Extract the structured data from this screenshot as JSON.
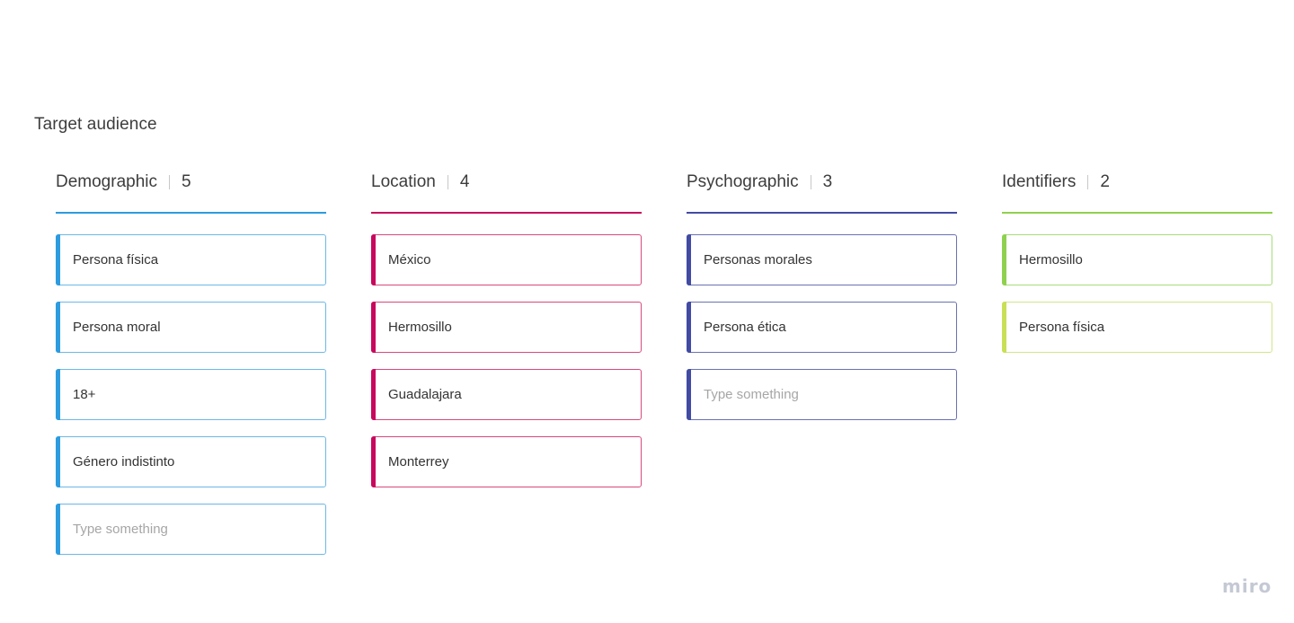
{
  "board": {
    "title": "Target audience"
  },
  "columns": [
    {
      "title": "Demographic",
      "count": "5",
      "accent": "#2d9bdf",
      "cards": [
        {
          "text": "Persona física",
          "placeholder": false,
          "bar": "#2d9bdf",
          "border": "#6cb8e6"
        },
        {
          "text": "Persona moral",
          "placeholder": false,
          "bar": "#2d9bdf",
          "border": "#6cb8e6"
        },
        {
          "text": "18+",
          "placeholder": false,
          "bar": "#2d9bdf",
          "border": "#6cb8e6"
        },
        {
          "text": "Género indistinto",
          "placeholder": false,
          "bar": "#2d9bdf",
          "border": "#6cb8e6"
        },
        {
          "text": "Type something",
          "placeholder": true,
          "bar": "#2d9bdf",
          "border": "#6cb8e6"
        }
      ]
    },
    {
      "title": "Location",
      "count": "4",
      "accent": "#c8085c",
      "cards": [
        {
          "text": "México",
          "placeholder": false,
          "bar": "#c8085c",
          "border": "#d8487e"
        },
        {
          "text": "Hermosillo",
          "placeholder": false,
          "bar": "#c8085c",
          "border": "#d8487e"
        },
        {
          "text": "Guadalajara",
          "placeholder": false,
          "bar": "#c8085c",
          "border": "#d8487e"
        },
        {
          "text": "Monterrey",
          "placeholder": false,
          "bar": "#c8085c",
          "border": "#d8487e"
        }
      ]
    },
    {
      "title": "Psychographic",
      "count": "3",
      "accent": "#414ba3",
      "cards": [
        {
          "text": "Personas morales",
          "placeholder": false,
          "bar": "#414ba3",
          "border": "#6a71b3"
        },
        {
          "text": "Persona ética",
          "placeholder": false,
          "bar": "#414ba3",
          "border": "#6a71b3"
        },
        {
          "text": "Type something",
          "placeholder": true,
          "bar": "#414ba3",
          "border": "#6a71b3"
        }
      ]
    },
    {
      "title": "Identifiers",
      "count": "2",
      "accent": "#8fd14f",
      "cards": [
        {
          "text": "Hermosillo",
          "placeholder": false,
          "bar": "#8fd14f",
          "border": "#a8dc7c"
        },
        {
          "text": "Persona física",
          "placeholder": false,
          "bar": "#c9df56",
          "border": "#d2e68a"
        }
      ]
    }
  ],
  "branding": {
    "logo_text": "miro"
  }
}
